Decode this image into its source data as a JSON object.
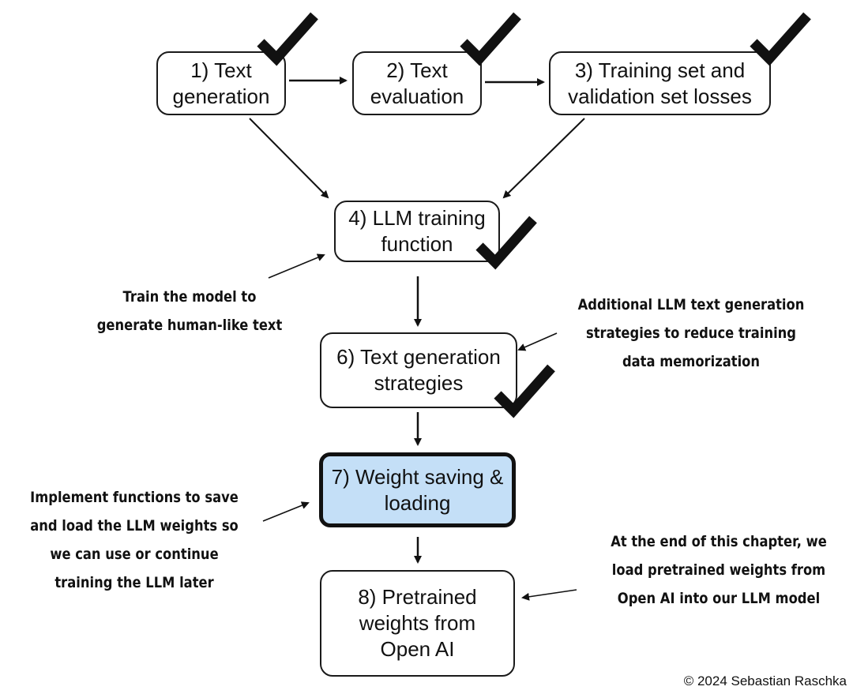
{
  "nodes": {
    "n1": {
      "label": "1) Text\ngeneration",
      "completed": true
    },
    "n2": {
      "label": "2) Text\nevaluation",
      "completed": true
    },
    "n3": {
      "label": "3) Training set and\nvalidation set losses",
      "completed": true
    },
    "n4": {
      "label": "4) LLM training\nfunction",
      "completed": true
    },
    "n6": {
      "label": "6) Text generation\nstrategies",
      "completed": true
    },
    "n7": {
      "label": "7) Weight saving &\nloading",
      "completed": false,
      "highlighted": true
    },
    "n8": {
      "label": "8) Pretrained\nweights from\nOpen AI",
      "completed": false
    }
  },
  "annotations": {
    "train_model": "Train the model to\ngenerate human-like text",
    "additional_strategies": "Additional LLM text generation\nstrategies to reduce training\ndata memorization",
    "save_load": "Implement functions to save\nand load the LLM weights so\nwe can use or continue\ntraining the LLM later",
    "pretrained": "At the end of this chapter, we\nload pretrained weights from\nOpen AI into our LLM model"
  },
  "colors": {
    "highlight_fill": "#c4dff7",
    "stroke": "#111111"
  },
  "icons": {
    "completed": "checkmark-icon"
  },
  "copyright": "© 2024 Sebastian Raschka"
}
